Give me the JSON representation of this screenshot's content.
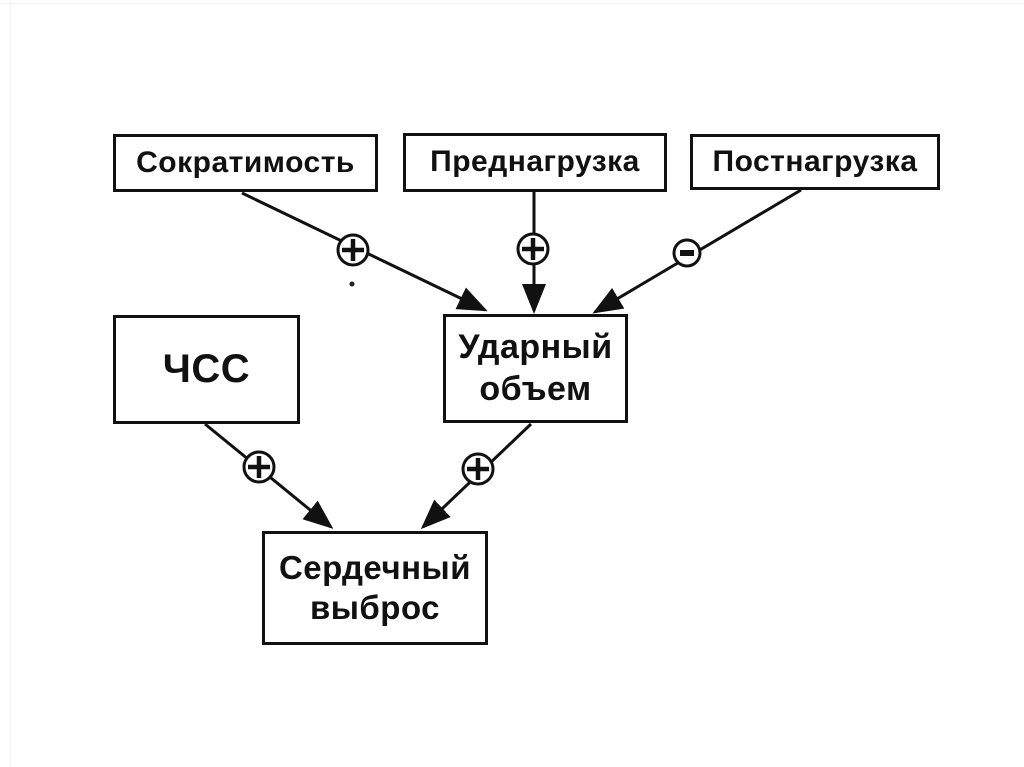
{
  "diagram": {
    "language": "ru",
    "background": "#ffffff",
    "stroke_color": "#111111",
    "nodes": [
      {
        "id": "contractility",
        "label": "Сократимость"
      },
      {
        "id": "preload",
        "label": "Преднагрузка"
      },
      {
        "id": "afterload",
        "label": "Постнагрузка"
      },
      {
        "id": "heart-rate",
        "label": "ЧСС"
      },
      {
        "id": "stroke-volume",
        "label": "Ударный\nобъем"
      },
      {
        "id": "cardiac-output",
        "label": "Сердечный\nвыброс"
      }
    ],
    "edges": [
      {
        "from": "contractility",
        "to": "stroke-volume",
        "sign": "+"
      },
      {
        "from": "preload",
        "to": "stroke-volume",
        "sign": "+"
      },
      {
        "from": "afterload",
        "to": "stroke-volume",
        "sign": "-"
      },
      {
        "from": "heart-rate",
        "to": "cardiac-output",
        "sign": "+"
      },
      {
        "from": "stroke-volume",
        "to": "cardiac-output",
        "sign": "+"
      }
    ]
  }
}
